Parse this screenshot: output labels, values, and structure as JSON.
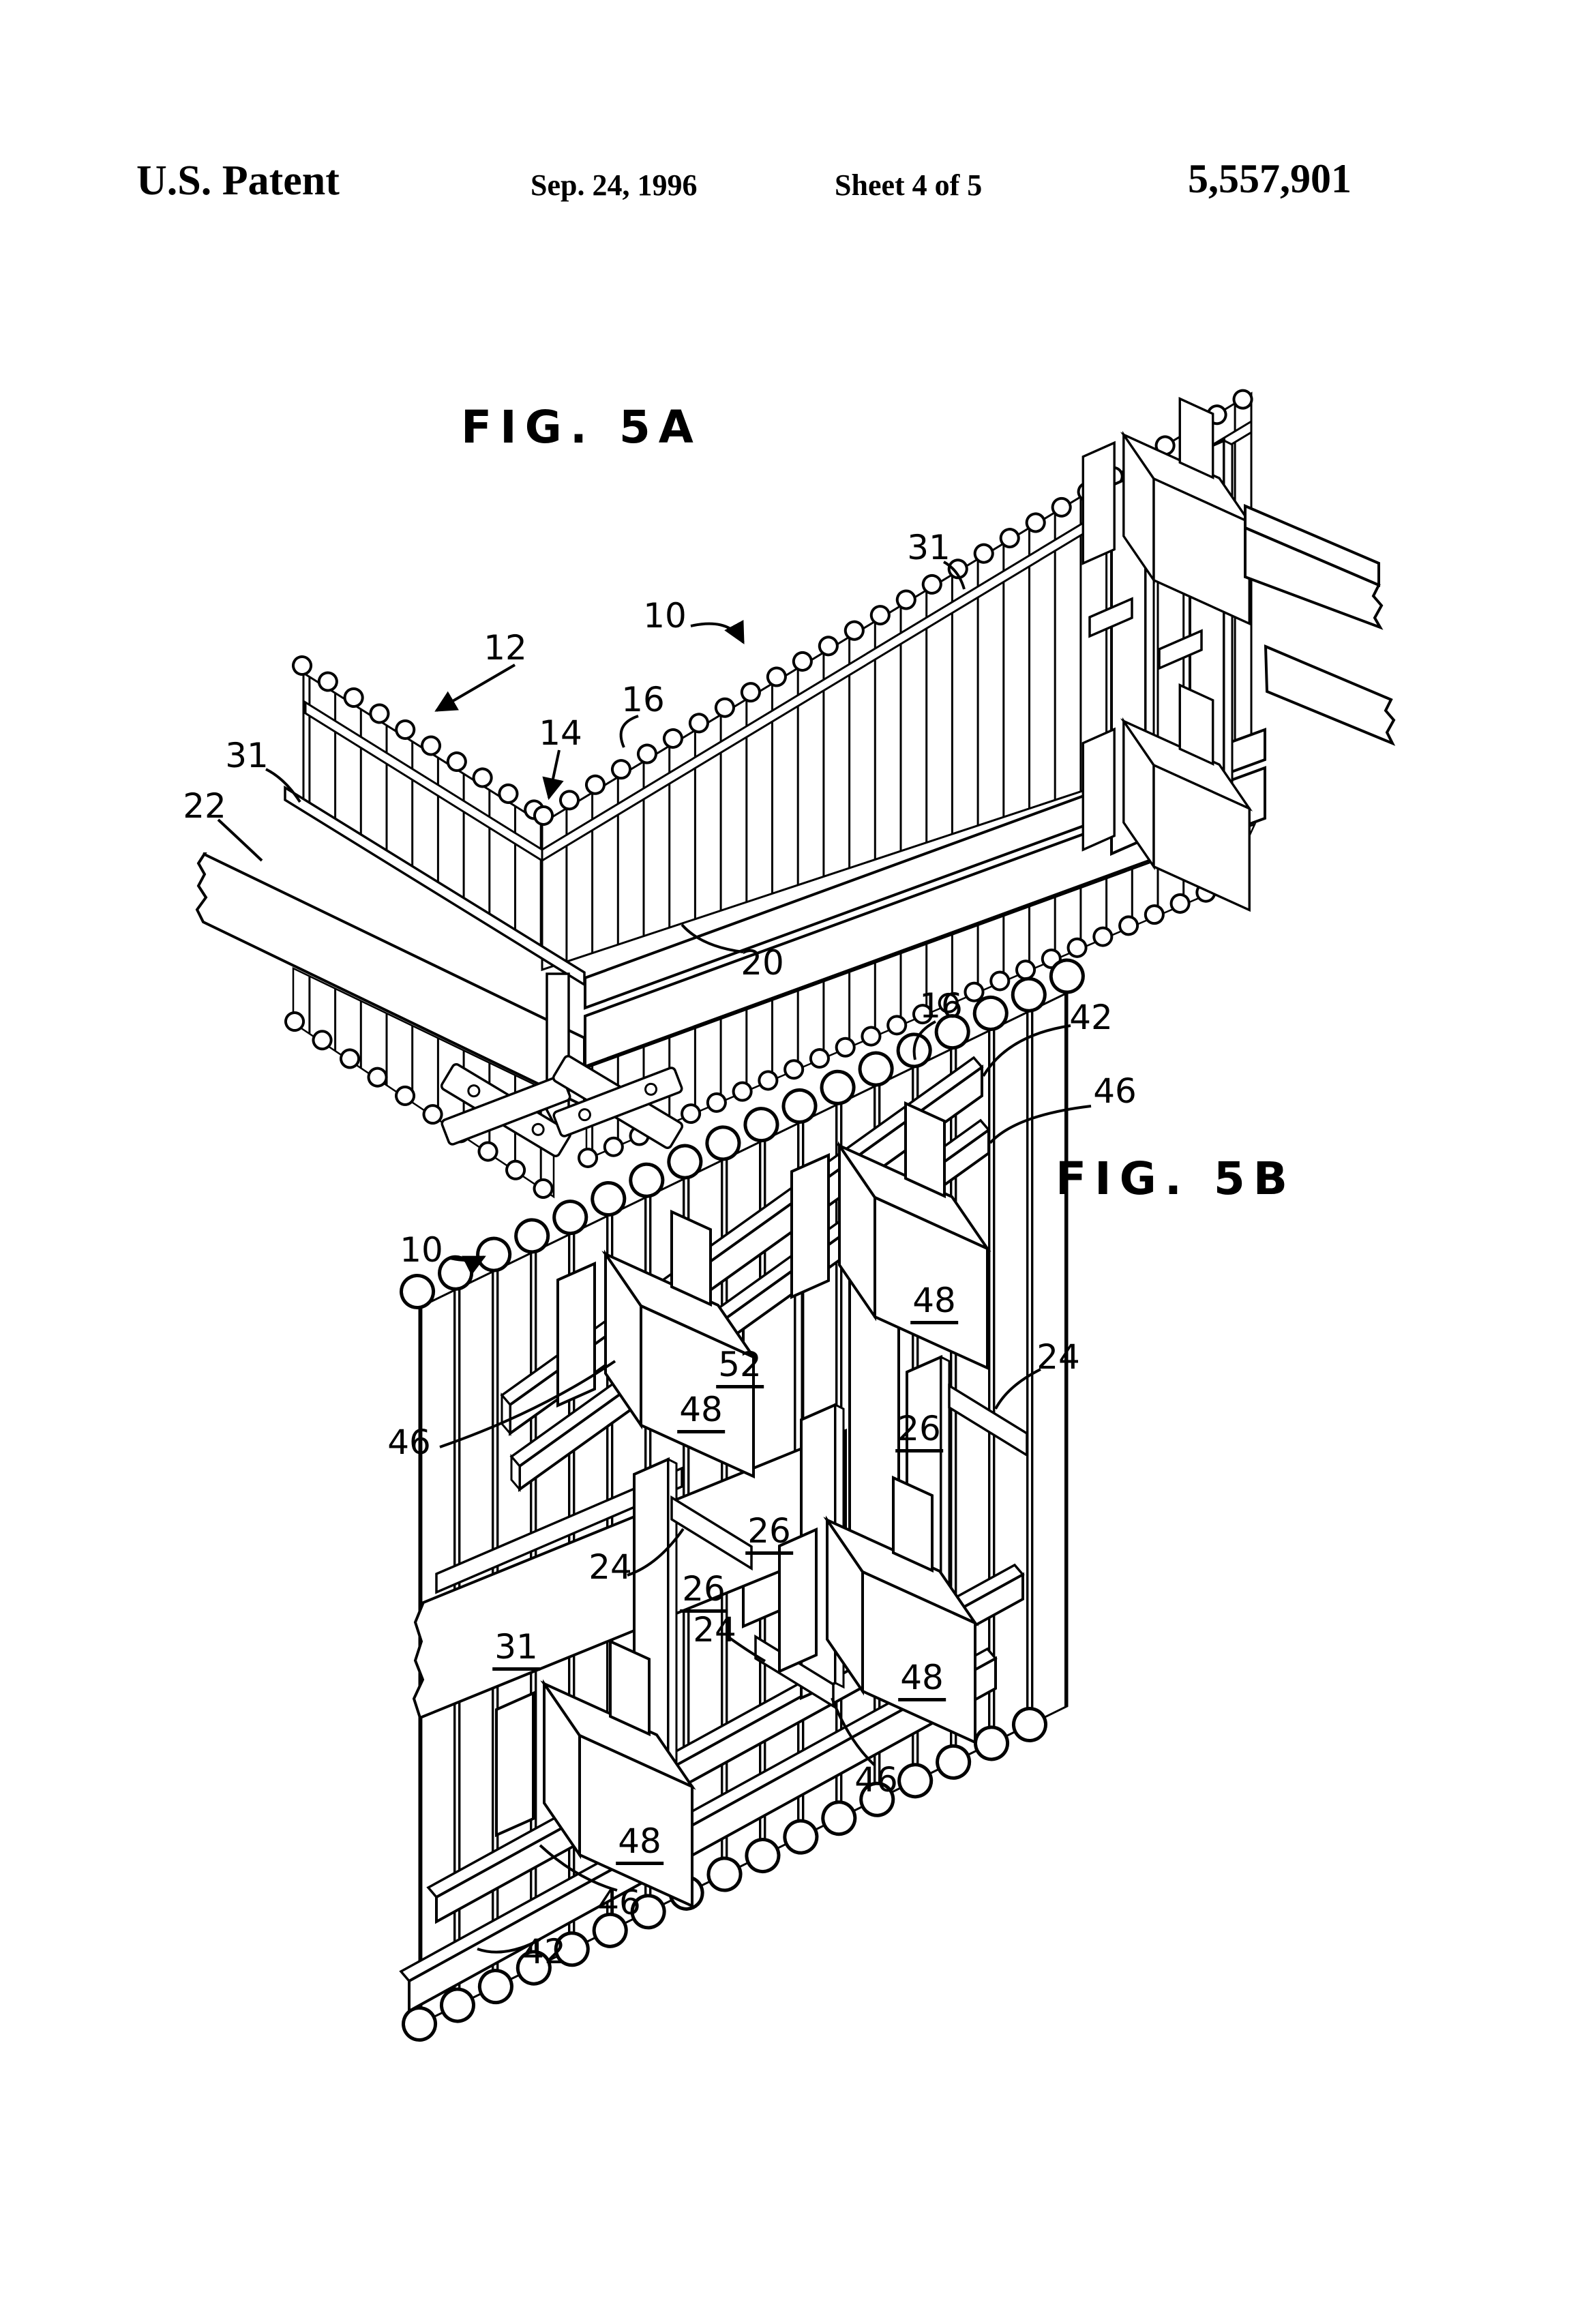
{
  "header": {
    "title": "U.S. Patent",
    "date": "Sep. 24, 1996",
    "sheet_info": "Sheet 4 of 5",
    "patent_number": "5,557,901"
  },
  "fig5a": {
    "title": "FIG. 5A",
    "labels": {
      "ref12": "12",
      "ref10": "10",
      "ref16": "16",
      "ref14": "14",
      "ref31_left": "31",
      "ref22": "22",
      "ref20": "20",
      "ref31_right": "31"
    }
  },
  "fig5b": {
    "title": "FIG. 5B",
    "labels": {
      "ref16": "16",
      "ref42_top": "42",
      "ref46_top": "46",
      "ref10": "10",
      "ref52": "52",
      "ref48_top_right": "48",
      "ref24_right": "24",
      "ref26_right": "26",
      "ref46_left": "46",
      "ref24_left": "24",
      "ref26_left": "26",
      "ref24_middle": "24",
      "ref26_middle": "26",
      "ref31": "31",
      "ref48_top_left": "48",
      "ref48_bottom_right": "48",
      "ref46_lower_right": "46",
      "ref48_bottom_left": "48",
      "ref46_bottom": "46",
      "ref42_bottom": "42"
    }
  }
}
